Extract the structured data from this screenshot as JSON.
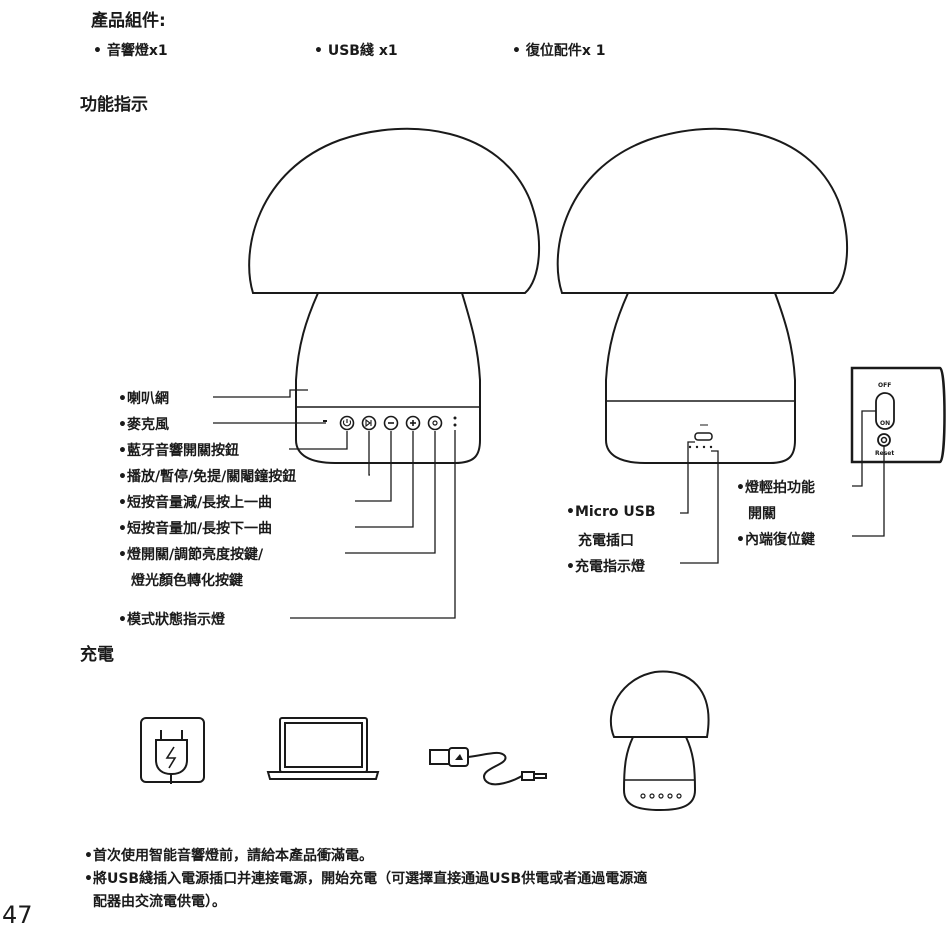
{
  "sections": {
    "components_title": "產品組件:",
    "functions_title": "功能指示",
    "charging_title": "充電"
  },
  "components": [
    "• 音響燈x1",
    "• USB綫 x1",
    "• 復位配件x 1"
  ],
  "front_labels": [
    "•喇叭網",
    "•麥克風",
    "•藍牙音響開關按鈕",
    "•播放/暫停/免提/關閹鐘按鈕",
    "•短按音量減/長按上一曲",
    "•短按音量加/長按下一曲",
    "•燈開關/調節亮度按鍵/",
    "燈光顏色轉化按鍵",
    "•模式狀態指示燈"
  ],
  "back_labels": {
    "usb_line1": "•Micro USB",
    "usb_line2": "充電插口",
    "charge_led": "•充電指示燈"
  },
  "side_labels": {
    "tap_line1": "•燈輕拍功能",
    "tap_line2": "開關",
    "reset": "•內端復位鍵"
  },
  "switch_panel": {
    "off": "OFF",
    "on": "ON",
    "reset": "Reset"
  },
  "notes": [
    "•首次使用智能音響燈前，請給本產品衝滿電。",
    "•將USB綫插入電源插口并連接電源，開始充電（可選擇直接通過USB供電或者通過電源適",
    "配器由交流電供電）。"
  ],
  "page_number": "47",
  "icons": [
    "power-icon",
    "play-pause-icon",
    "minus-icon",
    "plus-icon",
    "light-icon",
    "plug-icon",
    "laptop-icon",
    "usb-cable-icon",
    "lamp-icon"
  ]
}
